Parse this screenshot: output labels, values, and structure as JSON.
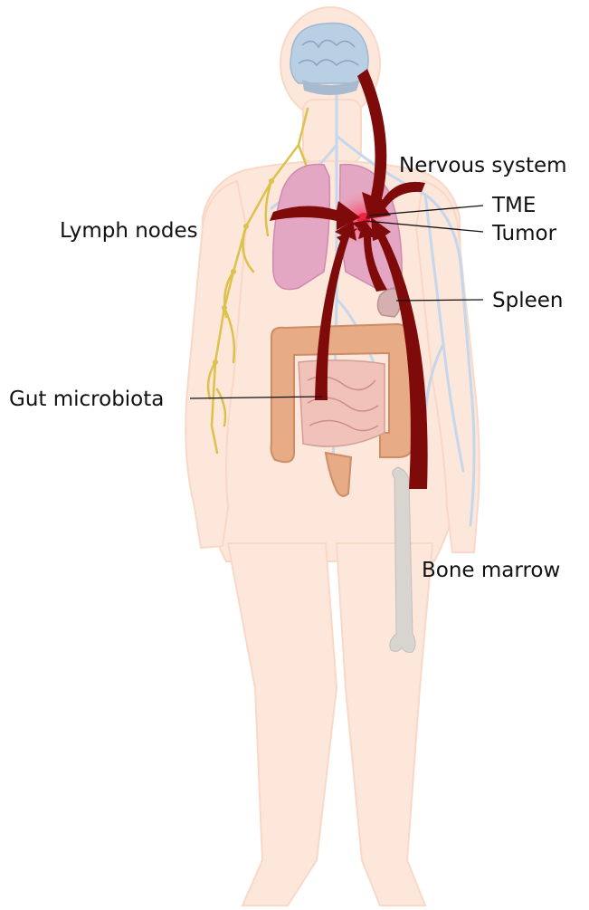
{
  "labels": {
    "nervous_system": "Nervous system",
    "tme": "TME",
    "tumor": "Tumor",
    "lymph_nodes": "Lymph nodes",
    "spleen": "Spleen",
    "gut_microbiota": "Gut microbiota",
    "bone_marrow": "Bone marrow"
  },
  "colors": {
    "body": "#fde6da",
    "brain": "#b9cfe3",
    "lungs": "#e3a6c3",
    "lymph": "#dcc24a",
    "nerves": "#c5d7ec",
    "intestine": "#e7ab86",
    "small_intestine": "#f0c2b9",
    "spleen": "#d6b0b0",
    "bone": "#d8d4d0",
    "arrow": "#7f0a0a",
    "tumor": "#ee2244"
  }
}
